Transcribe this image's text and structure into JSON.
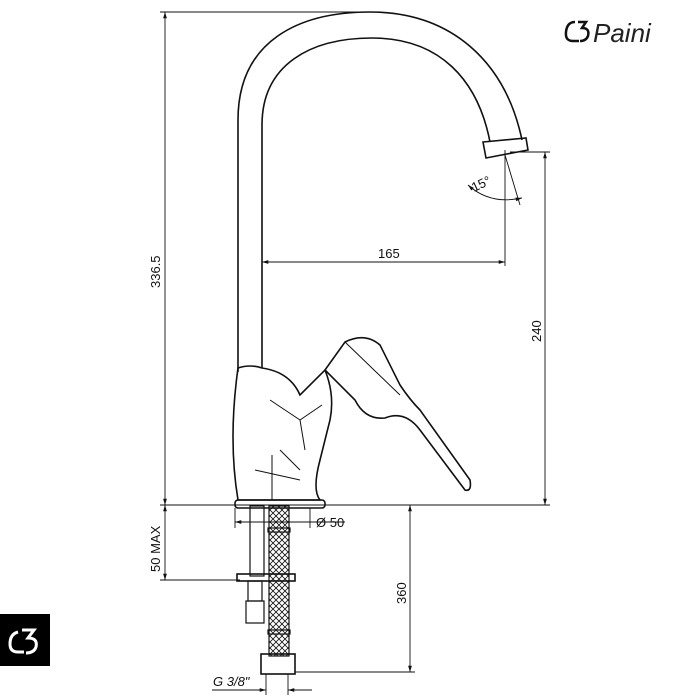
{
  "brand": {
    "name": "Paini",
    "accent": "#111111"
  },
  "dimensions": {
    "total_height": "336.5",
    "spout_reach": "165",
    "spout_height": "240",
    "spout_angle": "15°",
    "base_diameter": "Ø 50",
    "max_deck_thickness": "50 MAX",
    "hose_length": "360",
    "connection_thread": "G 3/8\""
  }
}
